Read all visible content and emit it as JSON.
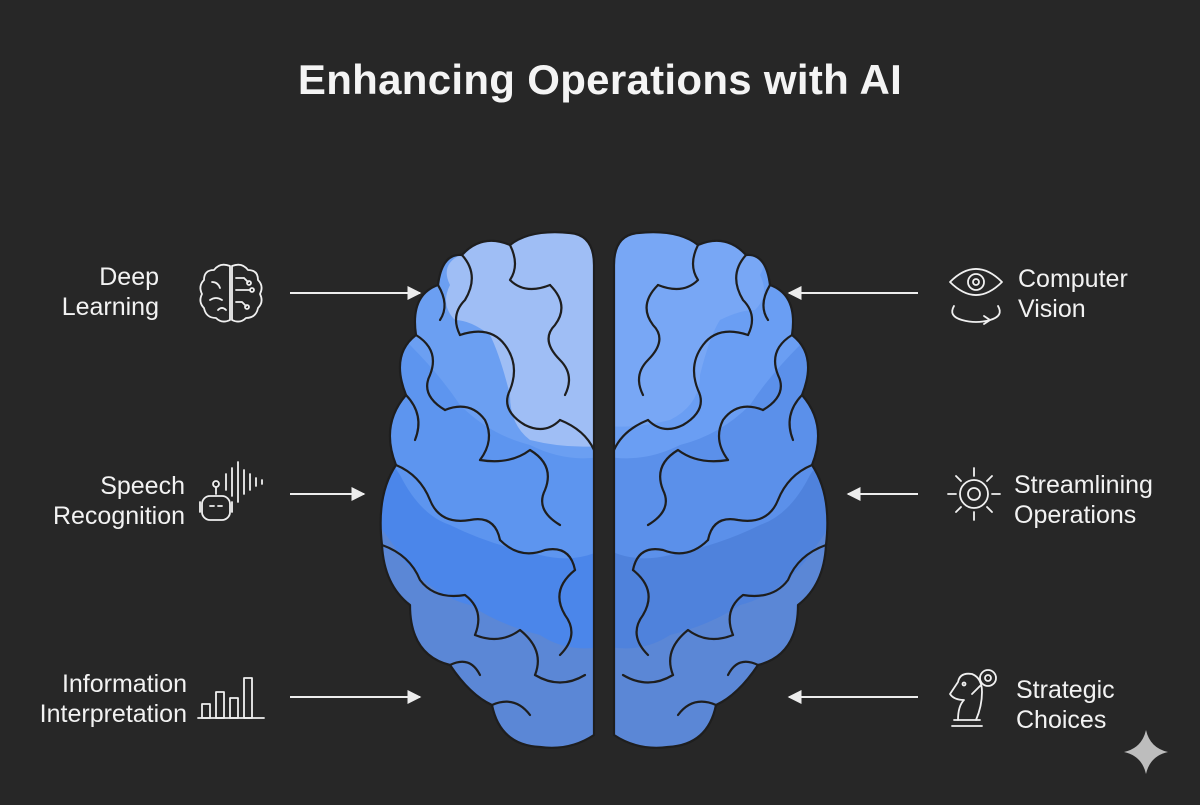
{
  "title": "Enhancing Operations with AI",
  "left_items": [
    {
      "line1": "Deep",
      "line2": "Learning",
      "icon": "brain-circuit-icon"
    },
    {
      "line1": "Speech",
      "line2": "Recognition",
      "icon": "robot-soundwave-icon"
    },
    {
      "line1": "Information",
      "line2": "Interpretation",
      "icon": "bar-chart-icon"
    }
  ],
  "right_items": [
    {
      "line1": "Computer",
      "line2": "Vision",
      "icon": "eye-rotate-icon"
    },
    {
      "line1": "Streamlining",
      "line2": "Operations",
      "icon": "gear-sun-icon"
    },
    {
      "line1": "Strategic",
      "line2": "Choices",
      "icon": "chess-knight-icon"
    }
  ],
  "colors": {
    "background": "#272727",
    "brain_top": "#9fbef5",
    "brain_upper": "#6b9ff2",
    "brain_mid": "#4b86ea",
    "brain_lower": "#5b87d6",
    "outline": "#1e1e1e"
  }
}
